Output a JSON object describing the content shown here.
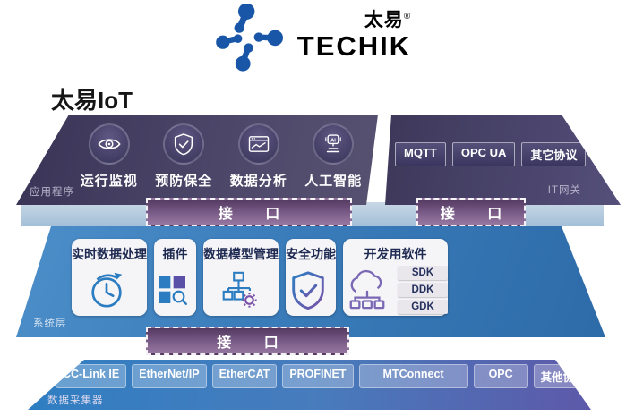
{
  "brand": {
    "cn_name": "太易",
    "reg_mark": "®",
    "en_name": "TECHIK",
    "logo_color": "#1956a8"
  },
  "page_title": "太易IoT",
  "interface_label": "接 口",
  "layers": {
    "applications": {
      "side_label": "应用程序",
      "items": [
        {
          "label": "运行监视",
          "icon": "eye"
        },
        {
          "label": "预防保全",
          "icon": "shield-check"
        },
        {
          "label": "数据分析",
          "icon": "analytics"
        },
        {
          "label": "人工智能",
          "icon": "ai"
        }
      ]
    },
    "it_gateway": {
      "side_label": "IT网关",
      "protocols": [
        "MQTT",
        "OPC UA",
        "其它协议"
      ]
    },
    "system": {
      "side_label": "系统层",
      "cards": [
        {
          "title": "实时数据处理",
          "icon": "clock",
          "kits": []
        },
        {
          "title": "插件",
          "icon": "plugin",
          "kits": []
        },
        {
          "title": "数据模型管理",
          "icon": "data-model",
          "kits": []
        },
        {
          "title": "安全功能",
          "icon": "shield",
          "kits": []
        },
        {
          "title": "开发用软件",
          "icon": "cloud-dev",
          "kits": [
            "SDK",
            "DDK",
            "GDK"
          ]
        }
      ]
    },
    "collector": {
      "side_label": "数据采集器",
      "protocols": [
        "CC-Link IE",
        "EtherNet/IP",
        "EtherCAT",
        "PROFINET",
        "MTConnect",
        "OPC",
        "其他协议"
      ]
    }
  },
  "colors": {
    "app_layer": "#4c4669",
    "gateway_layer": "#4d4770",
    "system_layer": "#3a7cba",
    "collector_left": "#2f7ec2",
    "collector_right": "#5e57a8",
    "interface_bar": "#7b5d89",
    "card_bg": "#f5f4f7",
    "icon_blue": "#2b7cc1",
    "icon_purple": "#7a50a8"
  }
}
